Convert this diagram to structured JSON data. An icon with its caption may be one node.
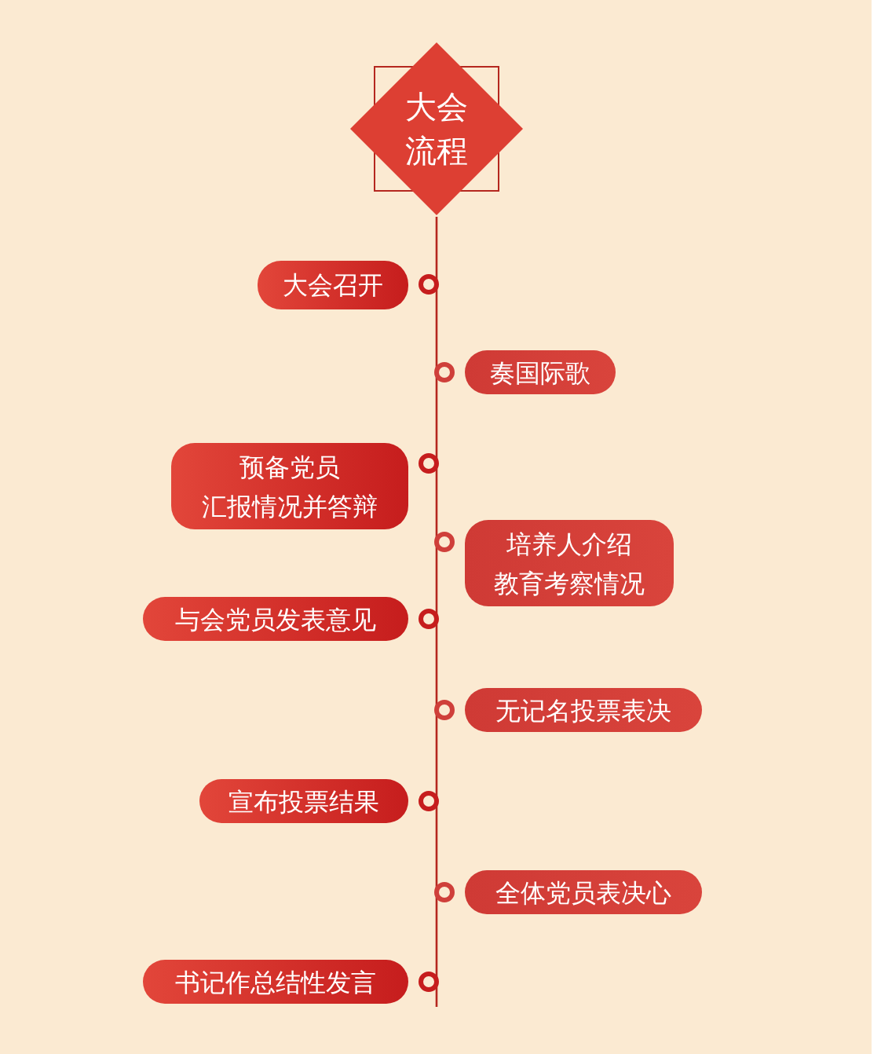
{
  "diagram": {
    "nodes": [
      {
        "text": [
          "大会流程"
        ]
      },
      {
        "text": [
          "大会召开"
        ]
      },
      {
        "text": [
          "奏国际歌"
        ]
      },
      {
        "text": [
          "预备党员",
          "汇报情况并答辩"
        ]
      },
      {
        "text": [
          "培养人介绍",
          "教育考察情况"
        ]
      },
      {
        "text": [
          "与会党员发表意见"
        ]
      },
      {
        "text": [
          "无记名投票表决"
        ]
      },
      {
        "text": [
          "宣布投票结果"
        ]
      },
      {
        "text": [
          "全体党员表决心"
        ]
      },
      {
        "text": [
          "书记作总结性发言"
        ]
      }
    ]
  }
}
